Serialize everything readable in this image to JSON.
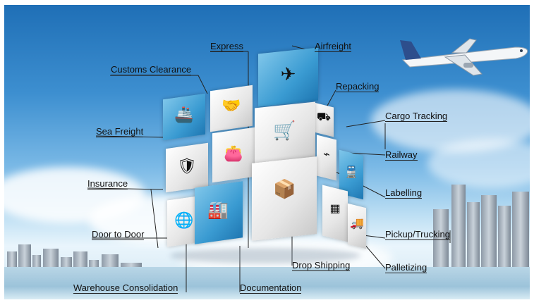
{
  "labels": {
    "express": "Express",
    "airfreight": "Airfreight",
    "customs_clearance": "Customs Clearance",
    "repacking": "Repacking",
    "cargo_tracking": "Cargo Tracking",
    "sea_freight": "Sea Freight",
    "railway": "Railway",
    "insurance": "Insurance",
    "labelling": "Labelling",
    "door_to_door": "Door to Door",
    "pickup_trucking": "Pickup/Trucking",
    "drop_shipping": "Drop Shipping",
    "palletizing": "Palletizing",
    "warehouse_consolidation": "Warehouse Consolidation",
    "documentation": "Documentation"
  },
  "icons": [
    "airplane-icon",
    "handshake-icon",
    "ship-icon",
    "trolley-icon",
    "boxes-icon",
    "shield-icon",
    "wallet-icon",
    "package-icon",
    "globe-pin-icon",
    "warehouse-icon",
    "forklift-icon",
    "scanner-icon",
    "train-icon",
    "truck-icon"
  ],
  "colors": {
    "cube_blue": "#3a9bd2",
    "cube_white": "#f2f2f2",
    "sky_top": "#1f6fb6",
    "label_text": "#111111"
  }
}
